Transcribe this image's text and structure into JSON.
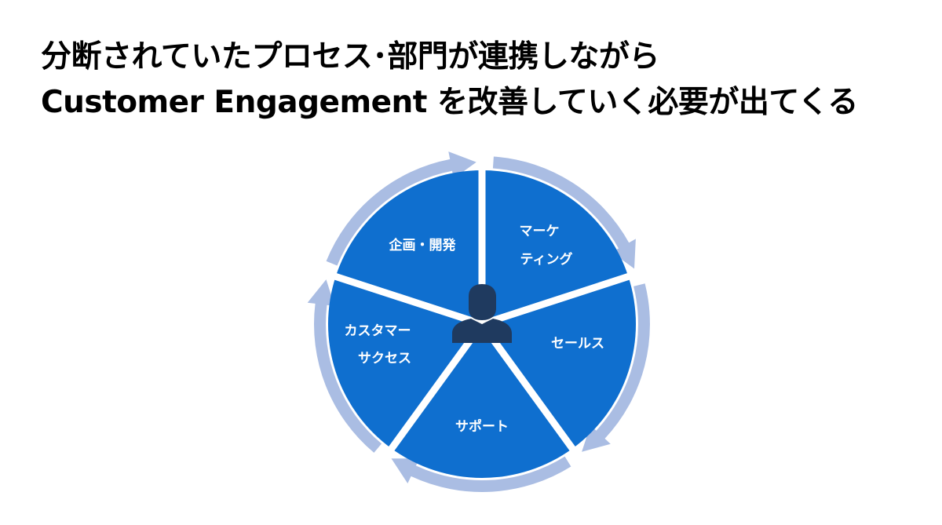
{
  "slide": {
    "title_line1": "分断されていたプロセス･部門が連携しながら",
    "title_line2": "Customer Engagement を改善していく必要が出てくる"
  },
  "cycle": {
    "segments": [
      {
        "id": "marketing",
        "lines": [
          "マーケ",
          "ティング"
        ]
      },
      {
        "id": "sales",
        "lines": [
          "セールス"
        ]
      },
      {
        "id": "support",
        "lines": [
          "サポート"
        ]
      },
      {
        "id": "customer-success",
        "lines": [
          "カスタマー",
          "サクセス"
        ]
      },
      {
        "id": "planning-development",
        "lines": [
          "企画・開発"
        ]
      }
    ],
    "center_icon": "person-icon",
    "colors": {
      "segment_fill": "#0f6fcf",
      "ring_arrow": "#aabde3",
      "center_icon": "#1f3a5f",
      "divider": "#ffffff"
    }
  }
}
